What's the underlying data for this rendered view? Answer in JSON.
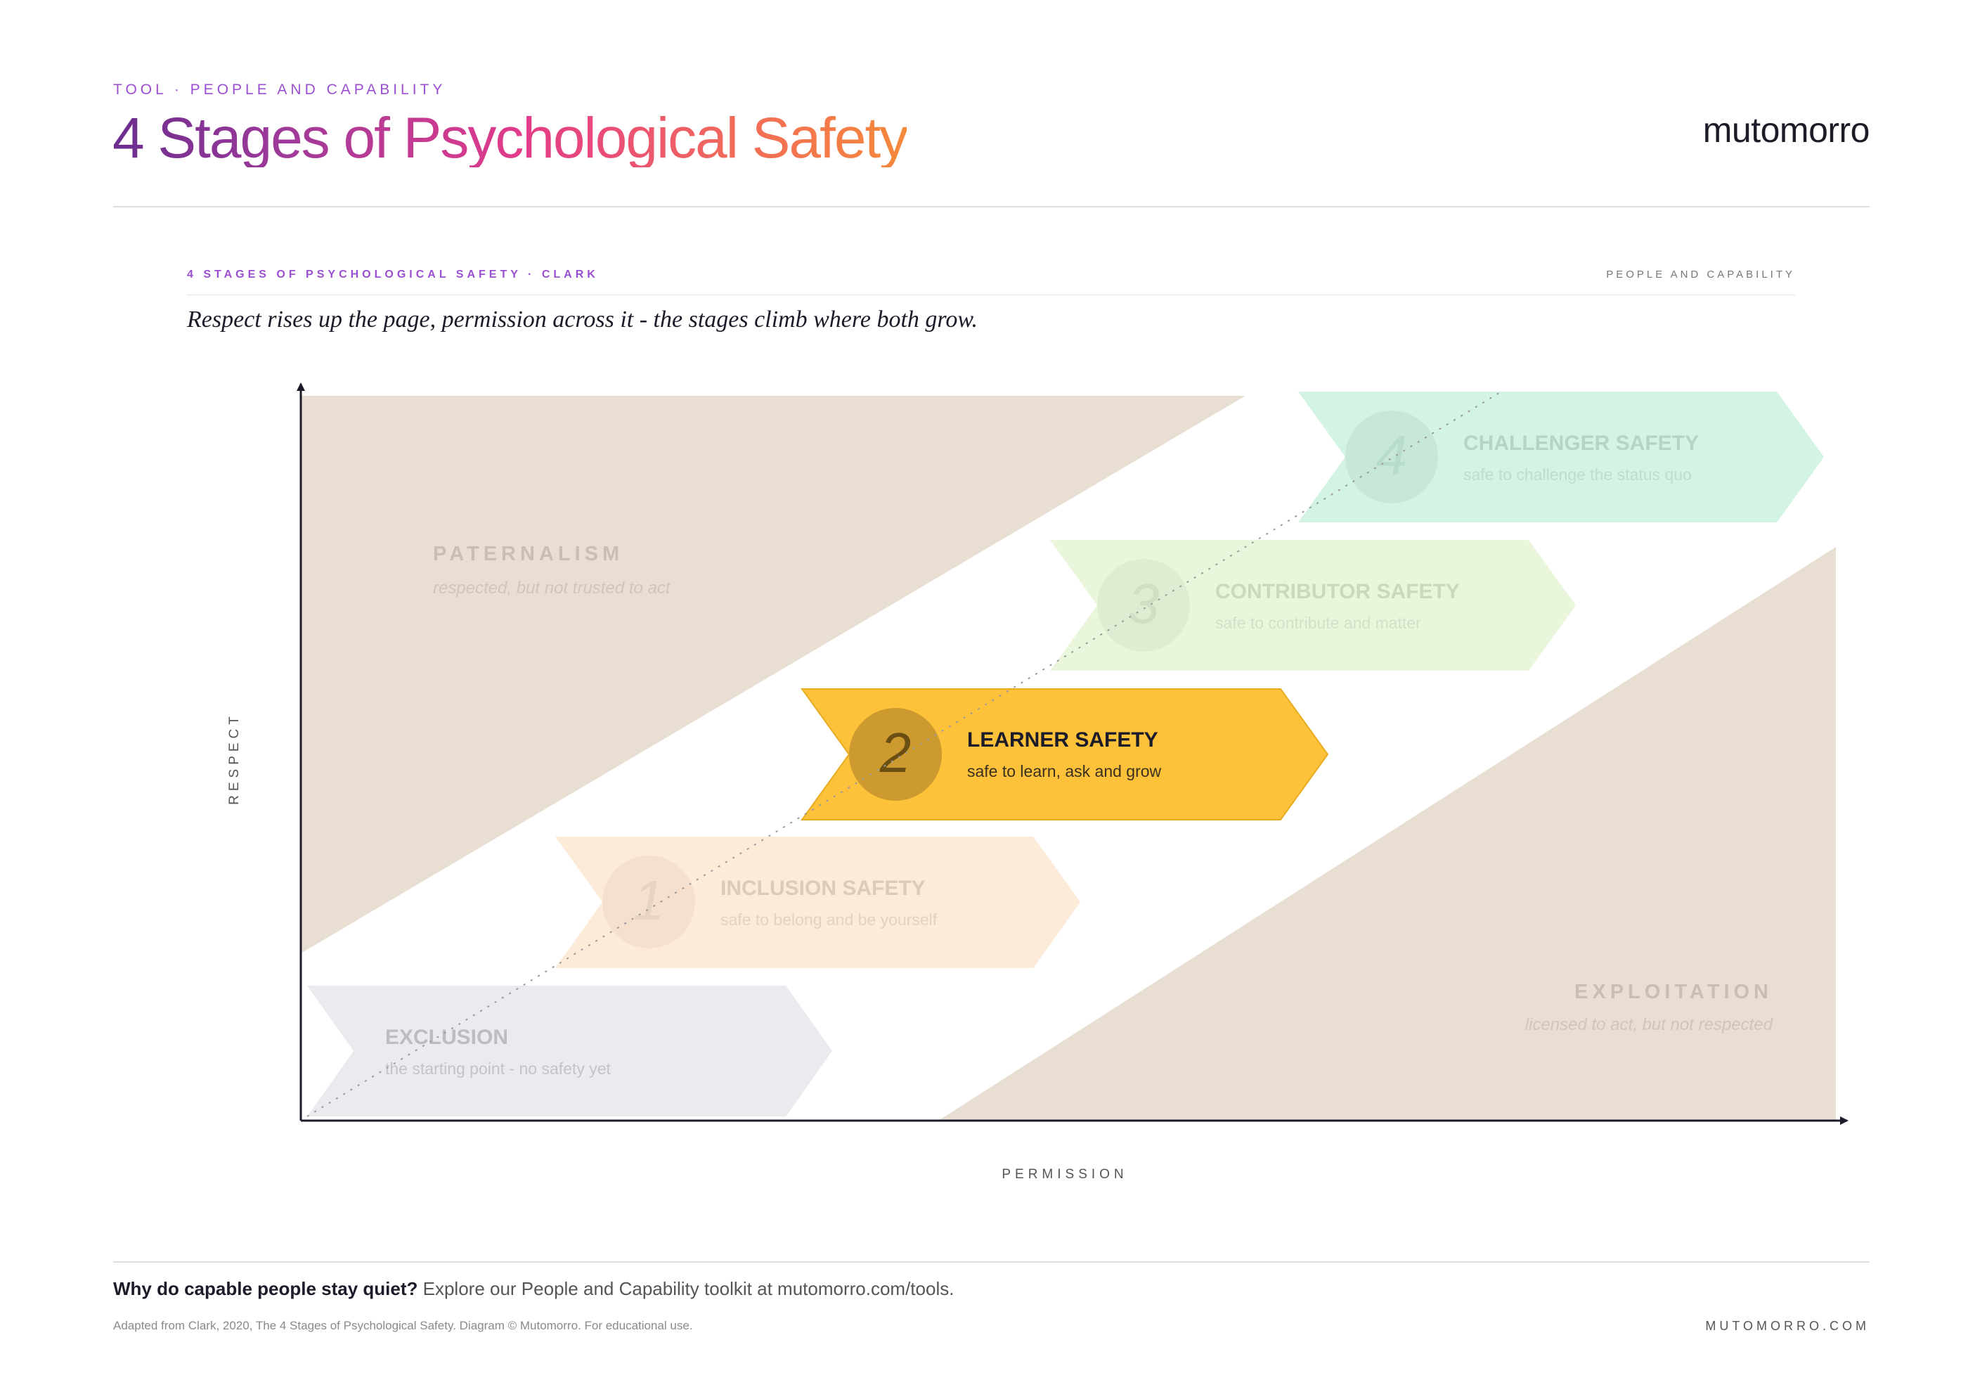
{
  "header": {
    "eyebrow": "TOOL · PEOPLE AND CAPABILITY",
    "title": "4 Stages of Psychological Safety",
    "brand": "mutomorro"
  },
  "figure": {
    "eyebrow": "4 STAGES OF PSYCHOLOGICAL SAFETY · CLARK",
    "right_label": "PEOPLE AND CAPABILITY",
    "lede": "Respect rises up the page, permission across it - the stages climb where both grow.",
    "y_axis": "RESPECT",
    "x_axis": "PERMISSION",
    "regions": [
      {
        "name": "PATERNALISM",
        "desc": "respected, but not trusted to act"
      },
      {
        "name": "EXPLOITATION",
        "desc": "licensed to act, but not respected"
      }
    ],
    "stages": [
      {
        "number": "",
        "title": "EXCLUSION",
        "desc": "the starting point - no safety yet",
        "color": "#ebeaef",
        "active": false
      },
      {
        "number": "1",
        "title": "INCLUSION SAFETY",
        "desc": "safe to belong and be yourself",
        "color": "#fdebd9",
        "active": false
      },
      {
        "number": "2",
        "title": "LEARNER SAFETY",
        "desc": "safe to learn, ask and grow",
        "color": "#fdc23a",
        "active": true
      },
      {
        "number": "3",
        "title": "CONTRIBUTOR SAFETY",
        "desc": "safe to contribute and matter",
        "color": "#eaf6dc",
        "active": false
      },
      {
        "number": "4",
        "title": "CHALLENGER SAFETY",
        "desc": "safe to challenge the status quo",
        "color": "#d3f3e3",
        "active": false
      }
    ],
    "colors": {
      "region": "#e8dfd2",
      "axis": "#1b1b2a",
      "active_circle": "#cc9a2e"
    }
  },
  "footer": {
    "question": "Why do capable people stay quiet?",
    "cta": " Explore our People and Capability toolkit at mutomorro.com/tools.",
    "credit": "Adapted from Clark, 2020, The 4 Stages of Psychological Safety. Diagram © Mutomorro. For educational use.",
    "url": "MUTOMORRO.COM"
  }
}
